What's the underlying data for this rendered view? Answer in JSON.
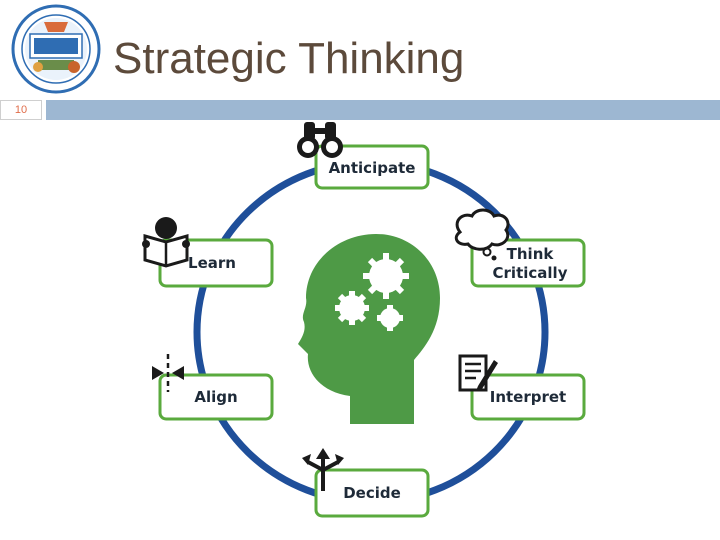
{
  "header": {
    "title": "Strategic Thinking",
    "slide_number": "10"
  },
  "diagram": {
    "nodes": [
      {
        "id": "anticipate",
        "label": "Anticipate",
        "icon": "binoculars-icon"
      },
      {
        "id": "think",
        "label_line1": "Think",
        "label_line2": "Critically",
        "icon": "thought-bubble-icon"
      },
      {
        "id": "interpret",
        "label": "Interpret",
        "icon": "document-pen-icon"
      },
      {
        "id": "decide",
        "label": "Decide",
        "icon": "split-arrows-icon"
      },
      {
        "id": "align",
        "label": "Align",
        "icon": "align-arrows-icon"
      },
      {
        "id": "learn",
        "label": "Learn",
        "icon": "reading-person-icon"
      }
    ],
    "center_icon": "head-gears-icon"
  },
  "colors": {
    "ring": "#1f4f9a",
    "box_border": "#5aaa3e",
    "head": "#4e9a46",
    "header_bar": "#9db7d2",
    "title": "#5c4a3b"
  }
}
